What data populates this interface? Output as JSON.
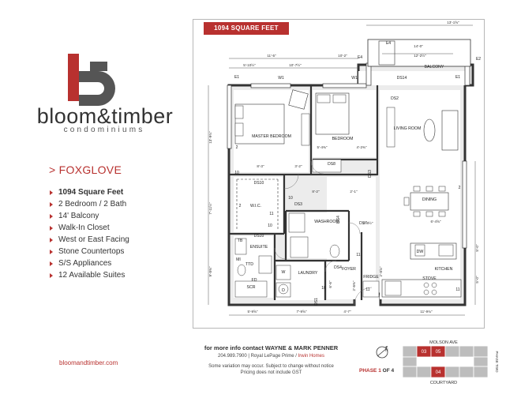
{
  "brand": {
    "name": "bloom&timber",
    "subtitle": "condominiums",
    "website": "bloomandtimber.com",
    "colors": {
      "accent": "#b8312f",
      "dark": "#333333",
      "plan_fill": "#e8e8e8"
    }
  },
  "unit": {
    "model": "> FOXGLOVE",
    "features": [
      "1094 Square Feet",
      "2 Bedroom / 2 Bath",
      "14' Balcony",
      "Walk-In Closet",
      "West or East Facing",
      "Stone Countertops",
      "S/S Appliances",
      "12 Available Suites"
    ]
  },
  "plan": {
    "badge": "1094 SQUARE FEET",
    "rooms": {
      "master_bedroom": "MASTER BEDROOM",
      "bedroom": "BEDROOM",
      "living_room": "LIVING ROOM",
      "dining": "DINING",
      "kitchen": "KITCHEN",
      "balcony": "BALCONY",
      "wic": "W.I.C.",
      "washroom": "WASHROOM",
      "ensuite": "ENSUITE",
      "laundry": "LAUNDRY",
      "foyer": "FOYER",
      "fridge": "FRIDGE",
      "stove": "STOVE",
      "dw": "DW",
      "scr": "SCR",
      "mi": "MI",
      "ttd": "TTD",
      "tb": "TB",
      "fd": "FD",
      "w": "W",
      "d": "D"
    },
    "dimensions": {
      "top_total": "13'-1⅝\"",
      "top_left": "11'-5\"",
      "top_mid": "10'-2\"",
      "top_sub_a": "5'-10½\"",
      "top_sub_b": "10'-7½\"",
      "balcony_w": "14'-0\"",
      "balcony_sub": "12'-2½\"",
      "left_upper": "13'-9¾\"",
      "left_mid": "7'-11½\"",
      "left_lower": "9'-8⅜\"",
      "right_upper": "5'-0\"",
      "right_lower": "5'-0\"",
      "bed_a": "5'-4⅜\"",
      "bed_b": "4'-2⅜\"",
      "hall_a": "8'-3\"",
      "hall_b": "3'-2\"",
      "hall_c": "8'-2\"",
      "hall_d": "2'-1\"",
      "wash_a": "4'-8½\"",
      "dining_a": "6'-4⅝\"",
      "bot_a": "5'-9⅝\"",
      "bot_b": "7'-9⅝\"",
      "bot_c": "4'-7\"",
      "bot_d": "11'-9¾\"",
      "laundry_v": "6'-6\"",
      "foyer_v": "2'-6⅜\"",
      "kitchen_v": "2'-8⅝\""
    },
    "tags": {
      "e1": "E1",
      "e2": "E2",
      "e4": "E4",
      "w1": "W1",
      "ds2": "DS2",
      "ds3": "DS3",
      "ds4": "DS4",
      "ds7": "DS7",
      "ds8": "DS8",
      "ds10": "DS10",
      "ds14": "DS14",
      "ds1": "DS1",
      "n2": "2",
      "n10": "10",
      "n11": "11"
    }
  },
  "contact": {
    "line1": "for more info contact WAYNE & MARK PENNER",
    "line2_a": "204.989.7900  |  Royal LePage Prime  /",
    "line2_b": "Irwin Homes",
    "line3": "Some variation may occur. Subject to change without notice",
    "line4": "Pricing does not include GST"
  },
  "keyplan": {
    "phase_prefix": "PHASE",
    "phase_num": "1",
    "phase_suffix": "OF 4",
    "street_top": "MOLSON AVE",
    "street_bottom": "COURTYARD",
    "phase_two": "PHASE TWO",
    "units": [
      "03",
      "05",
      "04"
    ]
  }
}
